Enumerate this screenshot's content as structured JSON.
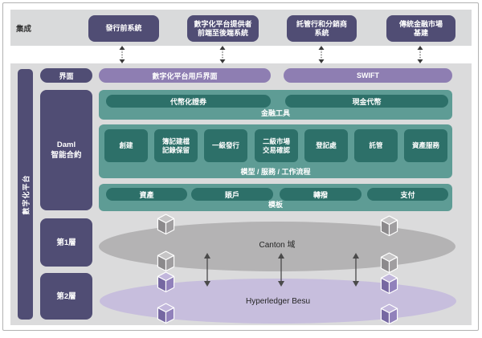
{
  "integration": {
    "label": "集成",
    "systems": [
      {
        "line1": "發行前系統",
        "line2": ""
      },
      {
        "line1": "數字化平台提供者",
        "line2": "前端至後端系統"
      },
      {
        "line1": "託管行和分銷商",
        "line2": "系統"
      },
      {
        "line1": "傳統金融市場",
        "line2": "基建"
      }
    ]
  },
  "platform": {
    "label": "數字化平台",
    "interface": {
      "label": "界面",
      "items": [
        "數字化平台用戶界面",
        "SWIFT"
      ]
    },
    "daml": {
      "line1": "Daml",
      "line2": "智能合約",
      "financial_instruments": {
        "label": "金融工具",
        "items": [
          "代幣化證券",
          "現金代幣"
        ]
      },
      "models": {
        "label": "模型 / 服務 / 工作流程",
        "items": [
          {
            "line1": "創建",
            "line2": ""
          },
          {
            "line1": "簿記建檔",
            "line2": "記錄保留"
          },
          {
            "line1": "一級發行",
            "line2": ""
          },
          {
            "line1": "二級市場",
            "line2": "交易確認"
          },
          {
            "line1": "登記處",
            "line2": ""
          },
          {
            "line1": "託管",
            "line2": ""
          },
          {
            "line1": "資產服務",
            "line2": ""
          }
        ]
      },
      "templates": {
        "label": "模板",
        "items": [
          "資產",
          "賬戶",
          "轉撥",
          "支付"
        ]
      }
    },
    "layer1": {
      "label": "第1層",
      "network": "Canton 域"
    },
    "layer2": {
      "label": "第2層",
      "network": "Hyperledger Besu"
    }
  },
  "icons": {
    "cube": "isometric-cube",
    "dotted_link": "dotted-double-arrow",
    "solid_link": "solid-double-arrow"
  },
  "colors": {
    "dark_purple": "#504d74",
    "light_purple": "#8e7eb2",
    "teal": "#5e9c95",
    "dark_teal": "#2d7069",
    "panel_gray": "#dbdbdc",
    "canton_gray": "#b4b3b4",
    "besu_purple": "#c7bedd"
  }
}
